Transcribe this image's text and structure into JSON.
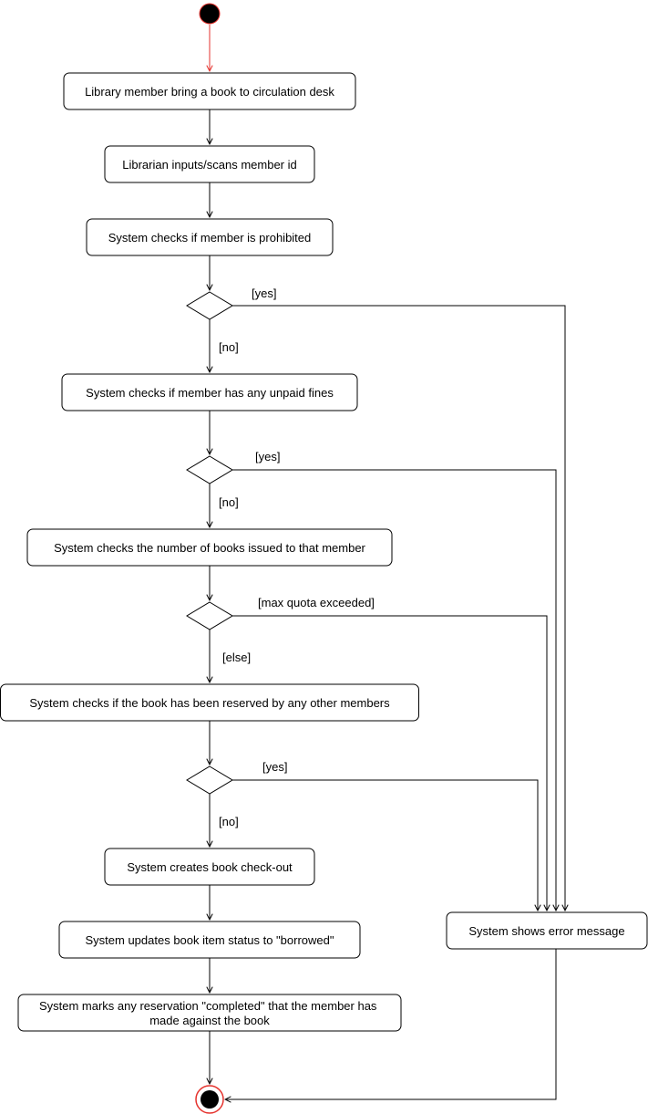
{
  "diagram": {
    "colors": {
      "line": "#000000",
      "start_flow": "#e5322d",
      "node_fill": "#000000",
      "final_ring": "#e5322d"
    },
    "actions": {
      "bring_book": "Library member bring a book to circulation desk",
      "scan_id": "Librarian inputs/scans member id",
      "check_prohibited": "System checks if member is prohibited",
      "check_fines": "System checks if member has any unpaid fines",
      "check_quota": "System checks the number of books issued to that member",
      "check_reserved": "System checks if the book has been reserved by any other members",
      "create_checkout": "System creates book check-out",
      "update_status": "System updates book item status to \"borrowed\"",
      "mark_reservation_line1": "System marks any reservation \"completed\" that the member has",
      "mark_reservation_line2": "made against the book",
      "error_message": "System shows error message"
    },
    "guards": {
      "d1_yes": "[yes]",
      "d1_no": "[no]",
      "d2_yes": "[yes]",
      "d2_no": "[no]",
      "d3_exceeded": "[max quota exceeded]",
      "d3_else": "[else]",
      "d4_yes": "[yes]",
      "d4_no": "[no]"
    }
  }
}
